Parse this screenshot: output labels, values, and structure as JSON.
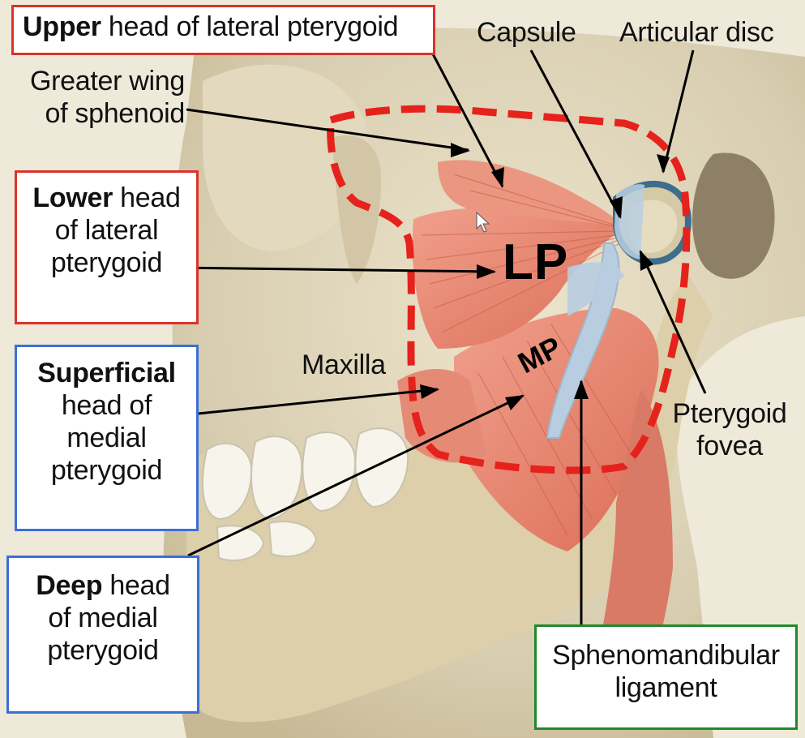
{
  "colors": {
    "lateral_box": "#d9342b",
    "medial_box": "#3b6fd8",
    "ligament_box": "#1f8a2a",
    "outline_dash": "#e5221c",
    "muscle": "#e88873",
    "bone": "#d9cfb4",
    "ligament": "#b8cde0"
  },
  "labels": {
    "upper_lateral": {
      "bold": "Upper",
      "rest": " head of lateral pterygoid"
    },
    "capsule": "Capsule",
    "articular_disc": "Articular disc",
    "greater_wing": {
      "line1": "Greater wing",
      "line2": "of sphenoid"
    },
    "lower_lateral": {
      "bold": "Lower",
      "rest": " head",
      "line2": "of lateral",
      "line3": "pterygoid"
    },
    "maxilla": "Maxilla",
    "superficial_medial": {
      "bold": "Superficial",
      "line2": "head of",
      "line3": "medial",
      "line4": "pterygoid"
    },
    "deep_medial": {
      "bold": "Deep",
      "rest": " head",
      "line2": "of medial",
      "line3": "pterygoid"
    },
    "pterygoid_fovea": {
      "line1": "Pterygoid",
      "line2": "fovea"
    },
    "sphenomandibular": {
      "line1": "Sphenomandibular",
      "line2": "ligament"
    },
    "lp": "LP",
    "mp": "MP"
  }
}
